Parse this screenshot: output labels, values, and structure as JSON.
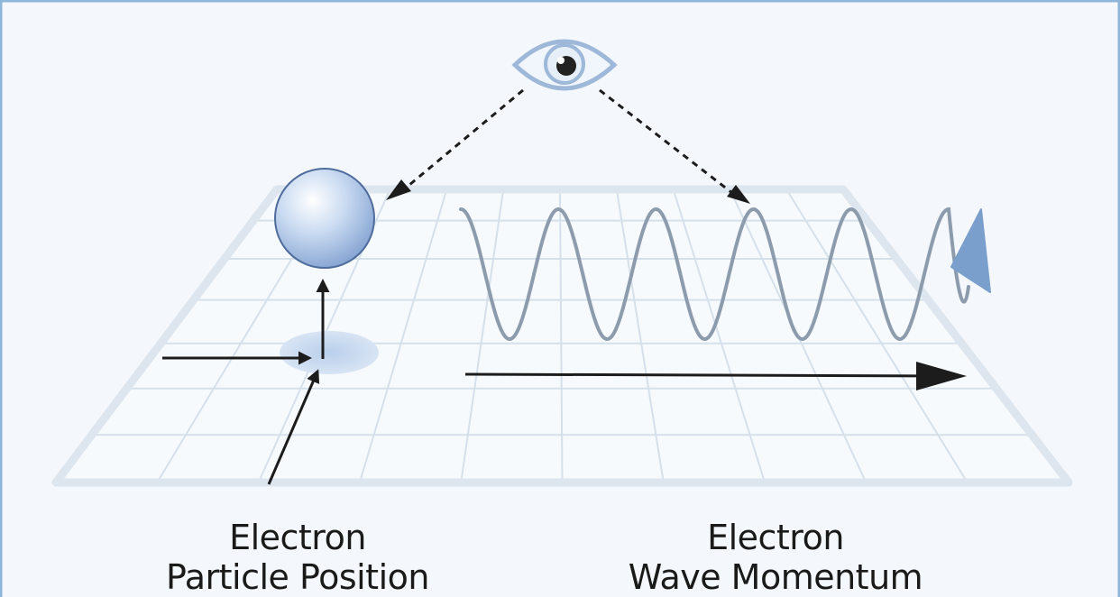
{
  "labels": {
    "particle_line1": "Electron",
    "particle_line2": "Particle Position",
    "wave_line1": "Electron",
    "wave_line2": "Wave Momentum"
  },
  "icons": {
    "observer": "eye-icon",
    "particle": "sphere"
  },
  "colors": {
    "background": "#f4f8fc",
    "border": "#8fb6d8",
    "grid": "#d6e0ea",
    "grid_frame": "#dde5ee",
    "wave": "#8d9cad",
    "sphere": "#a9c3e6",
    "arrow_dark": "#1c1c1c",
    "arrow_blue": "#7b9fcc",
    "shadow": "#c7d9ef"
  }
}
